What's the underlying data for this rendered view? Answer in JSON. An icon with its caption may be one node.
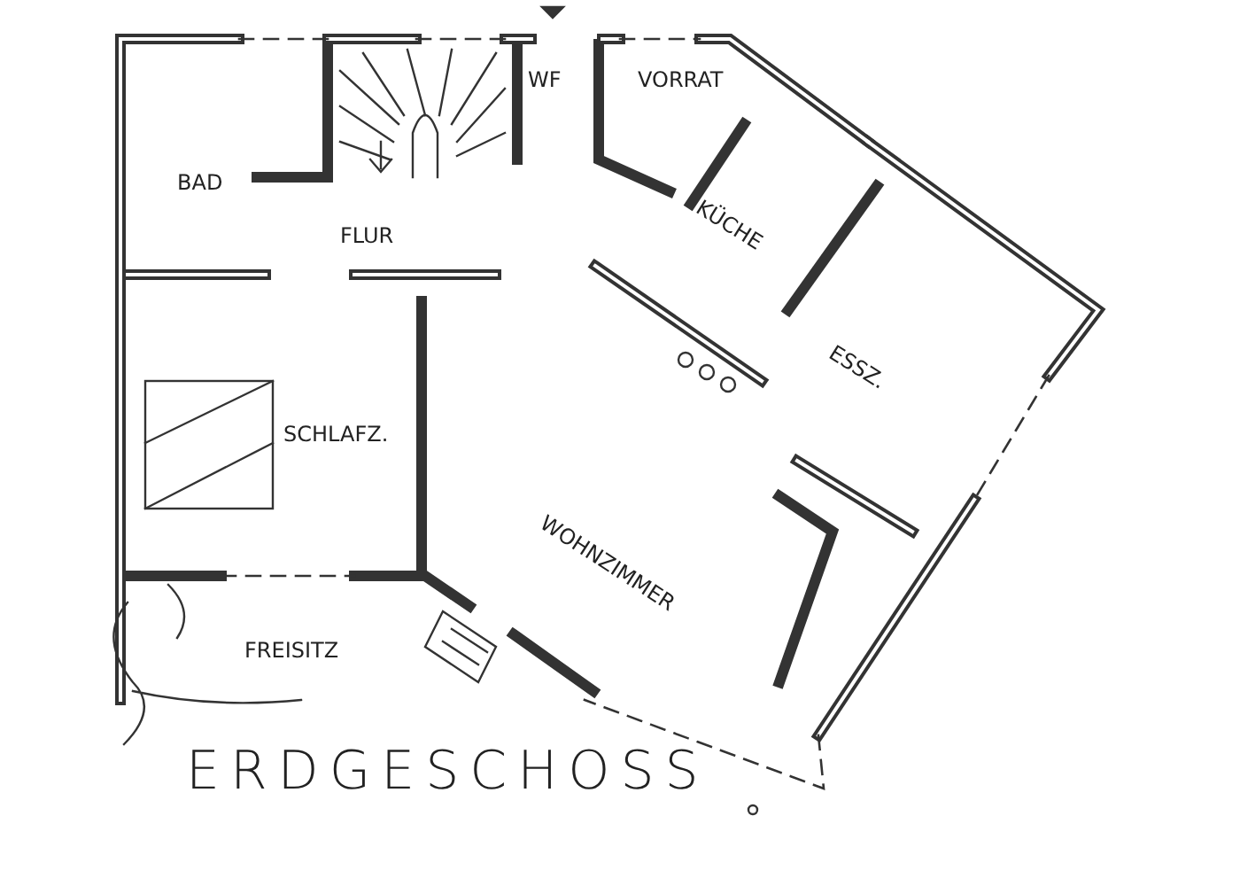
{
  "diagram": {
    "title": "ERDGESCHOSS",
    "labels": [
      "WF",
      "VORRAT",
      "BAD",
      "FLUR",
      "KÜCHE",
      "ESSZ.",
      "SCHLAFZ.",
      "WOHNZIMMER",
      "FREISITZ"
    ]
  }
}
